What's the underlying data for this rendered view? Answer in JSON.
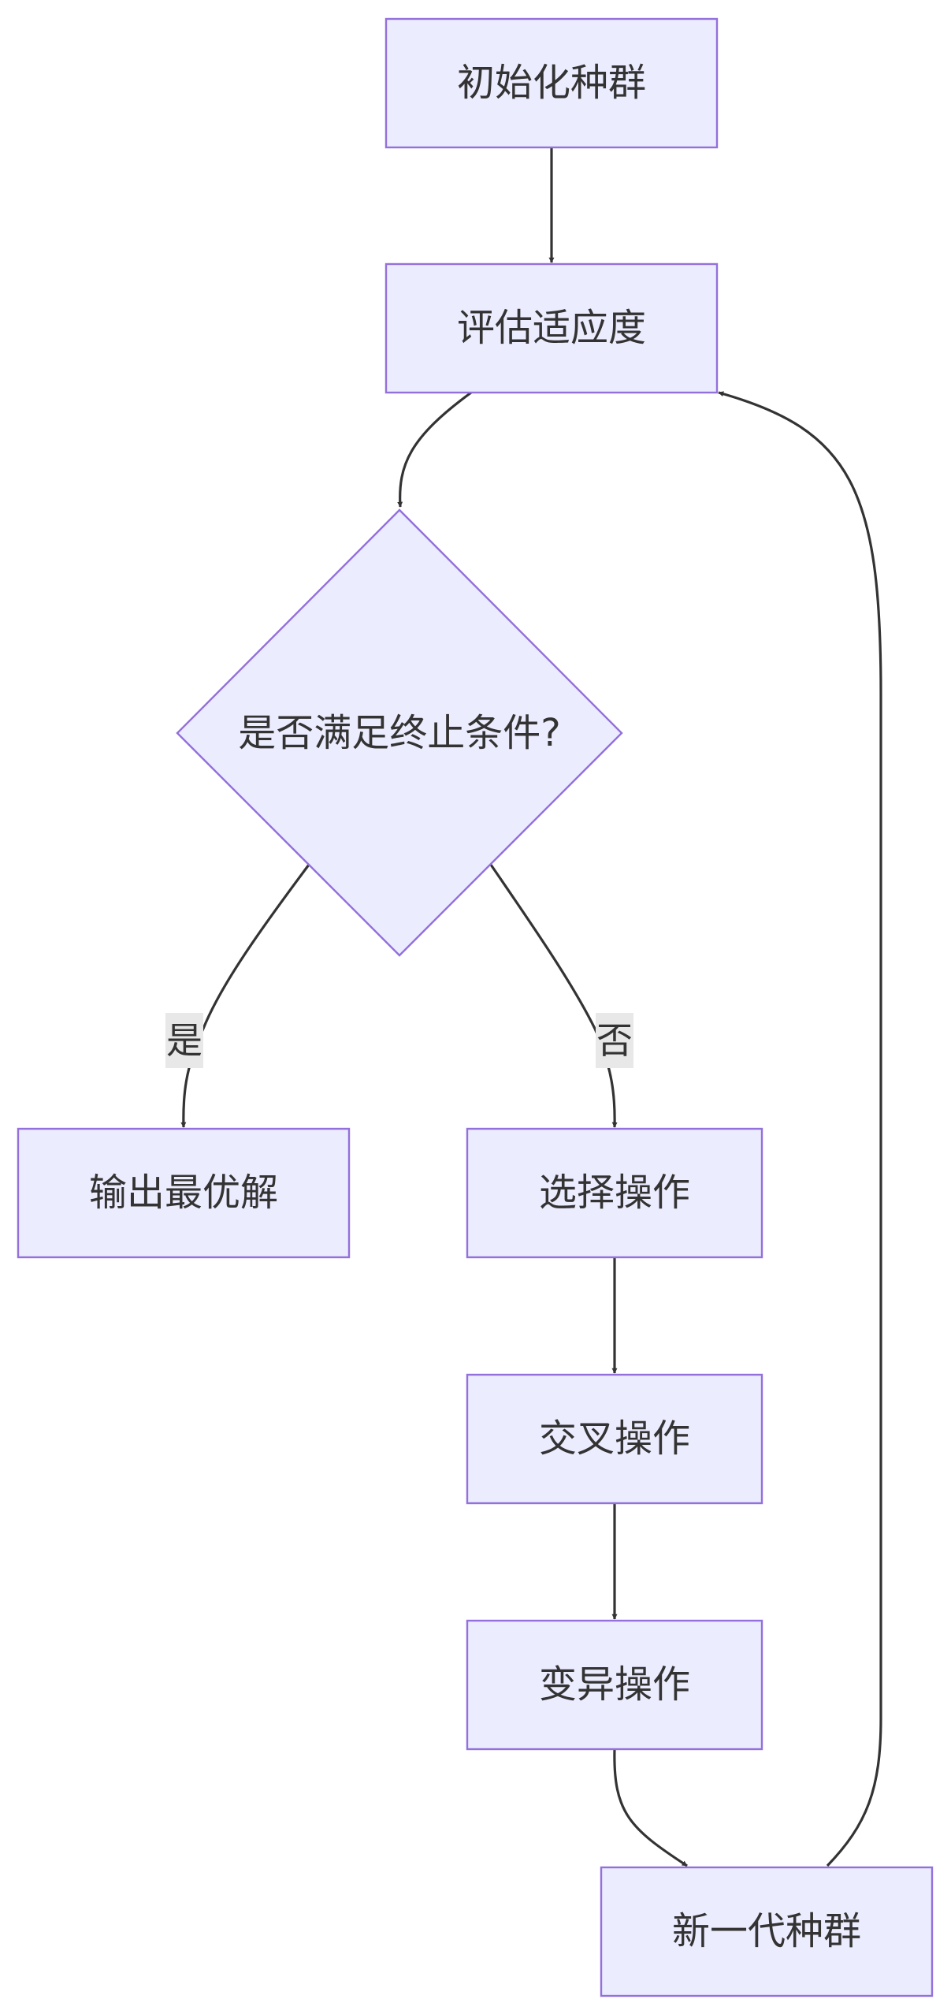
{
  "flowchart": {
    "nodes": {
      "init": "初始化种群",
      "evaluate": "评估适应度",
      "decision": "是否满足终止条件?",
      "output": "输出最优解",
      "select": "选择操作",
      "crossover": "交叉操作",
      "mutate": "变异操作",
      "new_gen": "新一代种群"
    },
    "edge_labels": {
      "yes": "是",
      "no": "否"
    }
  },
  "colors": {
    "node_fill": "#ECECFF",
    "node_stroke": "#9370DB",
    "edge": "#333333",
    "label_bg": "#e8e8e8"
  }
}
